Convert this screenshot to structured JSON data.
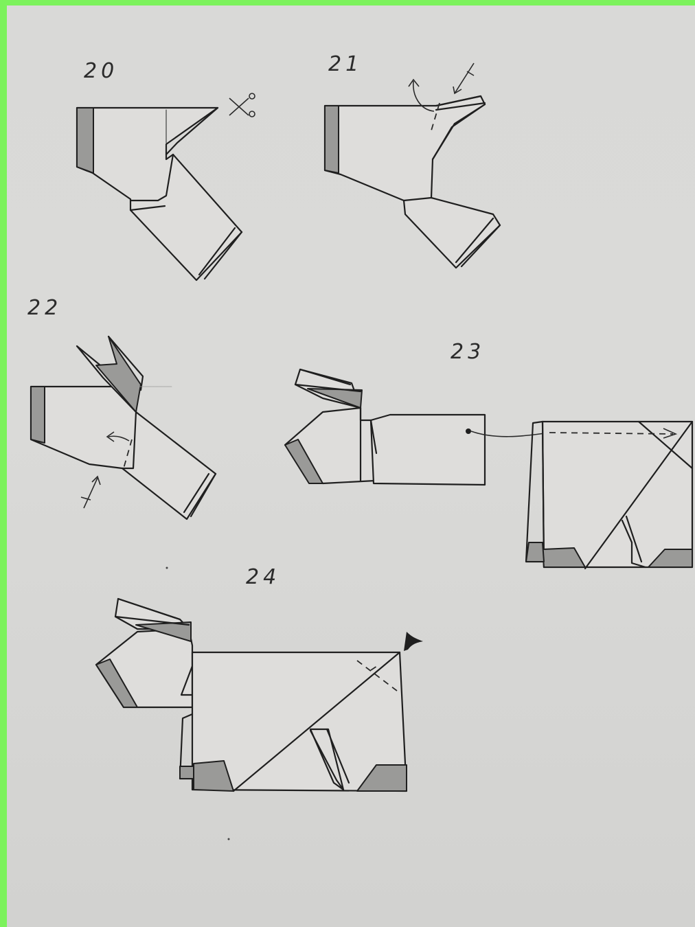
{
  "steps": [
    {
      "number": "20"
    },
    {
      "number": "21"
    },
    {
      "number": "22"
    },
    {
      "number": "23"
    },
    {
      "number": "24"
    }
  ],
  "colors": {
    "frame": "#7cf25c",
    "paper": "#d9d9d7",
    "ink": "#1f1f1f",
    "shade": "#9a9a98"
  },
  "icons": [
    "scissors-icon",
    "fold-arrow-icon",
    "push-arrow-icon"
  ]
}
